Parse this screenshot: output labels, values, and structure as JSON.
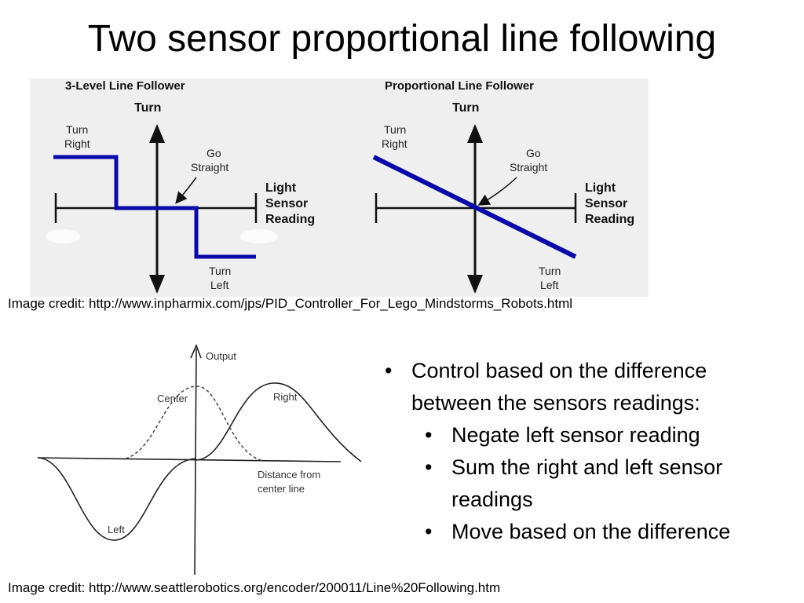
{
  "slide": {
    "title": "Two sensor proportional line following",
    "credit_top": "Image credit: http://www.inpharmix.com/jps/PID_Controller_For_Lego_Mindstorms_Robots.html",
    "credit_bottom": "Image credit: http://www.seattlerobotics.org/encoder/200011/Line%20Following.htm"
  },
  "diagram_left": {
    "title": "3-Level Line Follower",
    "y_label": "Turn",
    "turn_right": [
      "Turn",
      "Right"
    ],
    "go_straight": [
      "Go",
      "Straight"
    ],
    "axis_label": [
      "Light",
      "Sensor",
      "Reading"
    ],
    "turn_left": [
      "Turn",
      "Left"
    ],
    "line_color": "#0a0aa8"
  },
  "diagram_right": {
    "title": "Proportional Line Follower",
    "y_label": "Turn",
    "turn_right": [
      "Turn",
      "Right"
    ],
    "go_straight": [
      "Go",
      "Straight"
    ],
    "axis_label": [
      "Light",
      "Sensor",
      "Reading"
    ],
    "turn_left": [
      "Turn",
      "Left"
    ],
    "line_color": "#0a0aa8"
  },
  "diagram_bottom": {
    "y_label": "Output",
    "center_label": "Center",
    "right_label": "Right",
    "left_label": "Left",
    "x_label": [
      "Distance from",
      "center line"
    ]
  },
  "bullets": [
    {
      "text": "Control based on the difference between the sensors readings:",
      "level": 1,
      "lines": [
        "Control based on the difference",
        "between the sensors readings:"
      ]
    },
    {
      "text": "Negate left sensor reading",
      "level": 2,
      "lines": [
        "Negate left sensor reading"
      ]
    },
    {
      "text": "Sum the right and left sensor readings",
      "level": 2,
      "lines": [
        "Sum the right and left sensor",
        "readings"
      ]
    },
    {
      "text": "Move based on the difference",
      "level": 2,
      "lines": [
        "Move based on the difference"
      ]
    }
  ]
}
